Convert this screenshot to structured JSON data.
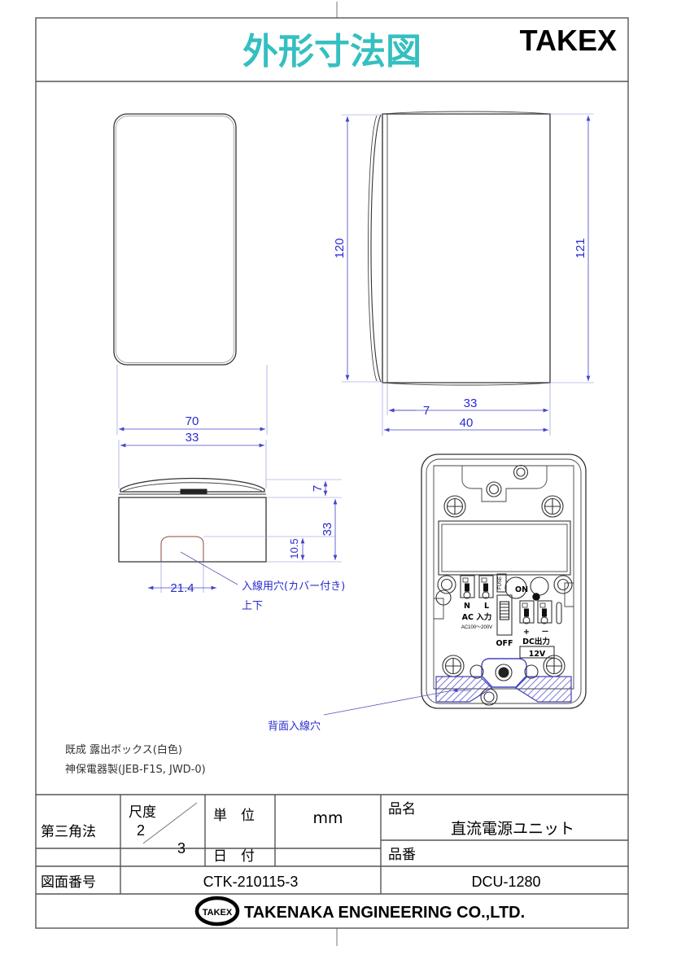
{
  "document": {
    "title": "外形寸法図",
    "brand_logo": "TAKEX"
  },
  "views": {
    "front_view": {
      "name": "front-view"
    },
    "side_view": {
      "name": "side-view"
    },
    "top_section_view": {
      "name": "top-section-view"
    },
    "rear_internal_view": {
      "name": "rear-internal-view"
    }
  },
  "dimensions": {
    "front_width": "70",
    "side_height_inner": "120",
    "side_height_outer": "121",
    "depth_cover": "7",
    "depth_body": "33",
    "depth_total": "40",
    "top_depth_cover": "7",
    "top_depth_body": "33",
    "hole_height": "10.5",
    "hole_width": "21.4"
  },
  "annotations": {
    "wire_hole": "入線用穴(カバー付き)",
    "wire_hole_sub": "上下",
    "rear_wire_hole": "背面入線穴"
  },
  "notes": {
    "line1": "既成 露出ボックス(白色)",
    "line2": "神保電器製(JEB-F1S, JWD-0)"
  },
  "pcb_labels": {
    "terminal_n": "N",
    "terminal_l": "L",
    "ac_input": "AC 入力",
    "ac_voltage": "AC100～200V",
    "fuse": "FUSE",
    "switch_on": "ON",
    "switch_off": "OFF",
    "dc_plus": "+",
    "dc_minus": "－",
    "dc_output": "DC出力",
    "dc_voltage": "12V"
  },
  "title_block": {
    "projection_label": "第三角法",
    "scale_label": "尺度",
    "scale_numerator": "2",
    "scale_denominator": "3",
    "unit_label": "単　位",
    "unit_value": "mm",
    "date_label": "日　付",
    "date_value": "",
    "drawing_no_label": "図面番号",
    "drawing_no_value": "CTK-210115-3",
    "product_name_label": "品名",
    "product_name_value": "直流電源ユニット",
    "product_code_label": "品番",
    "product_code_value": "DCU-1280"
  },
  "footer": {
    "badge": "TAKEX",
    "company": "TAKENAKA ENGINEERING CO.,LTD."
  },
  "colors": {
    "title_teal": "#35bfc0",
    "dimension_blue": "#2a2ad0",
    "hatch_blue": "#5555cc",
    "frame_gray": "#555555"
  }
}
